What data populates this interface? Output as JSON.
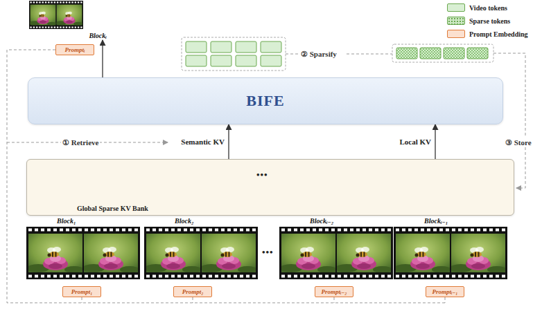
{
  "diagram": {
    "nodes": [
      {
        "text": [
          "Blockᵢ"
        ]
      },
      {
        "text": [
          "Promptᵢ"
        ]
      },
      {
        "text": [
          "BIFE"
        ]
      },
      {
        "text": [
          "Global Sparse KV Bank"
        ]
      },
      {
        "text": [
          "Block₁"
        ]
      },
      {
        "text": [
          "Block₂"
        ]
      },
      {
        "text": [
          "Blockᵢ₋₂"
        ]
      },
      {
        "text": [
          "Blockᵢ₋₁"
        ]
      },
      {
        "text": [
          "Prompt₁"
        ]
      },
      {
        "text": [
          "Prompt₂"
        ]
      },
      {
        "text": [
          "Promptᵢ₋₂"
        ]
      },
      {
        "text": [
          "Promptᵢ₋₁"
        ]
      }
    ],
    "edges": [
      {
        "from": 2,
        "to": 0,
        "arrow": "to"
      },
      {
        "from": 3,
        "to": 2,
        "label": "Semantic KV",
        "arrow": "to"
      },
      {
        "from": 3,
        "to": 2,
        "label": "Local KV",
        "arrow": "to"
      }
    ],
    "labels": [
      "② Sparsify",
      "① Retrieve",
      "③ Store",
      "•••",
      "•••"
    ],
    "legend": [
      {
        "text": "Video tokens",
        "color": "#d9efd3"
      },
      {
        "text": "Sparse tokens",
        "color": "#cde8c4"
      },
      {
        "text": "Prompt Embedding",
        "color": "#fbe0cf"
      }
    ]
  }
}
